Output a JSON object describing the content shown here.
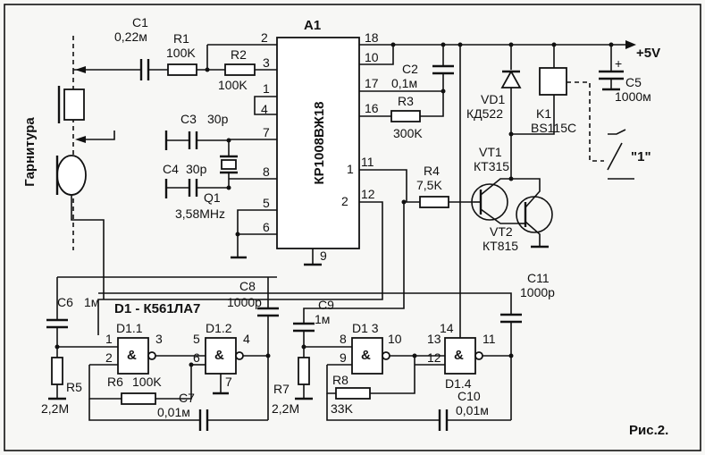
{
  "figure": {
    "caption": "Рис.2."
  },
  "ic_main": {
    "ref": "A1",
    "part": "КР1008ВЖ18",
    "pin_left": [
      "2",
      "3",
      "1",
      "4",
      "7",
      "8",
      "5",
      "6"
    ],
    "pin_right": [
      "18",
      "10",
      "17",
      "16",
      "11",
      "12"
    ],
    "pin_bottom": "9",
    "inner_left": "1",
    "inner_right": "2"
  },
  "components": {
    "C1": {
      "ref": "C1",
      "value": "0,22м"
    },
    "R1": {
      "ref": "R1",
      "value": "100K"
    },
    "R2": {
      "ref": "R2",
      "value": "100K"
    },
    "C2": {
      "ref": "C2",
      "value": "0,1м"
    },
    "R3": {
      "ref": "R3",
      "value": "300K"
    },
    "C3": {
      "ref": "C3",
      "value": "30р"
    },
    "C4": {
      "ref": "C4",
      "value": "30р"
    },
    "Q1": {
      "ref": "Q1",
      "value": "3,58MHz"
    },
    "R4": {
      "ref": "R4",
      "value": "7,5K"
    },
    "VD1": {
      "ref": "VD1",
      "value": "КД522"
    },
    "K1": {
      "ref": "K1",
      "value": "BS115C"
    },
    "C5": {
      "ref": "C5",
      "value": "1000м"
    },
    "VT1": {
      "ref": "VT1",
      "value": "КТ315"
    },
    "VT2": {
      "ref": "VT2",
      "value": "КТ815"
    },
    "C6": {
      "ref": "C6",
      "value": "1м"
    },
    "C8": {
      "ref": "C8",
      "value": "1000р"
    },
    "C9": {
      "ref": "C9",
      "value": "1м"
    },
    "C11": {
      "ref": "C11",
      "value": "1000р"
    },
    "R5": {
      "ref": "R5",
      "value": "2,2M"
    },
    "R6": {
      "ref": "R6",
      "value": "100K"
    },
    "C7": {
      "ref": "C7",
      "value": "0,01м"
    },
    "R7": {
      "ref": "R7",
      "value": "2,2M"
    },
    "R8": {
      "ref": "R8",
      "value": "33K"
    },
    "C10": {
      "ref": "C10",
      "value": "0,01м"
    }
  },
  "labels": {
    "supply": "+5V",
    "headset": "Гарнитура",
    "contact": "\"1\"",
    "d1_part": "D1 - К561ЛА7",
    "plus": "+",
    "and": "&"
  },
  "gates": {
    "d11": {
      "ref": "D1.1",
      "in1": "1",
      "in2": "2",
      "out": "3"
    },
    "d12": {
      "ref": "D1.2",
      "in1": "5",
      "in2": "6",
      "out": "4",
      "pwr": "7"
    },
    "d13": {
      "ref": "D1 3",
      "in1": "8",
      "in2": "9",
      "out": "10"
    },
    "d14": {
      "ref": "D1.4",
      "in1": "13",
      "in2": "12",
      "out": "11",
      "pwr": "14"
    }
  }
}
